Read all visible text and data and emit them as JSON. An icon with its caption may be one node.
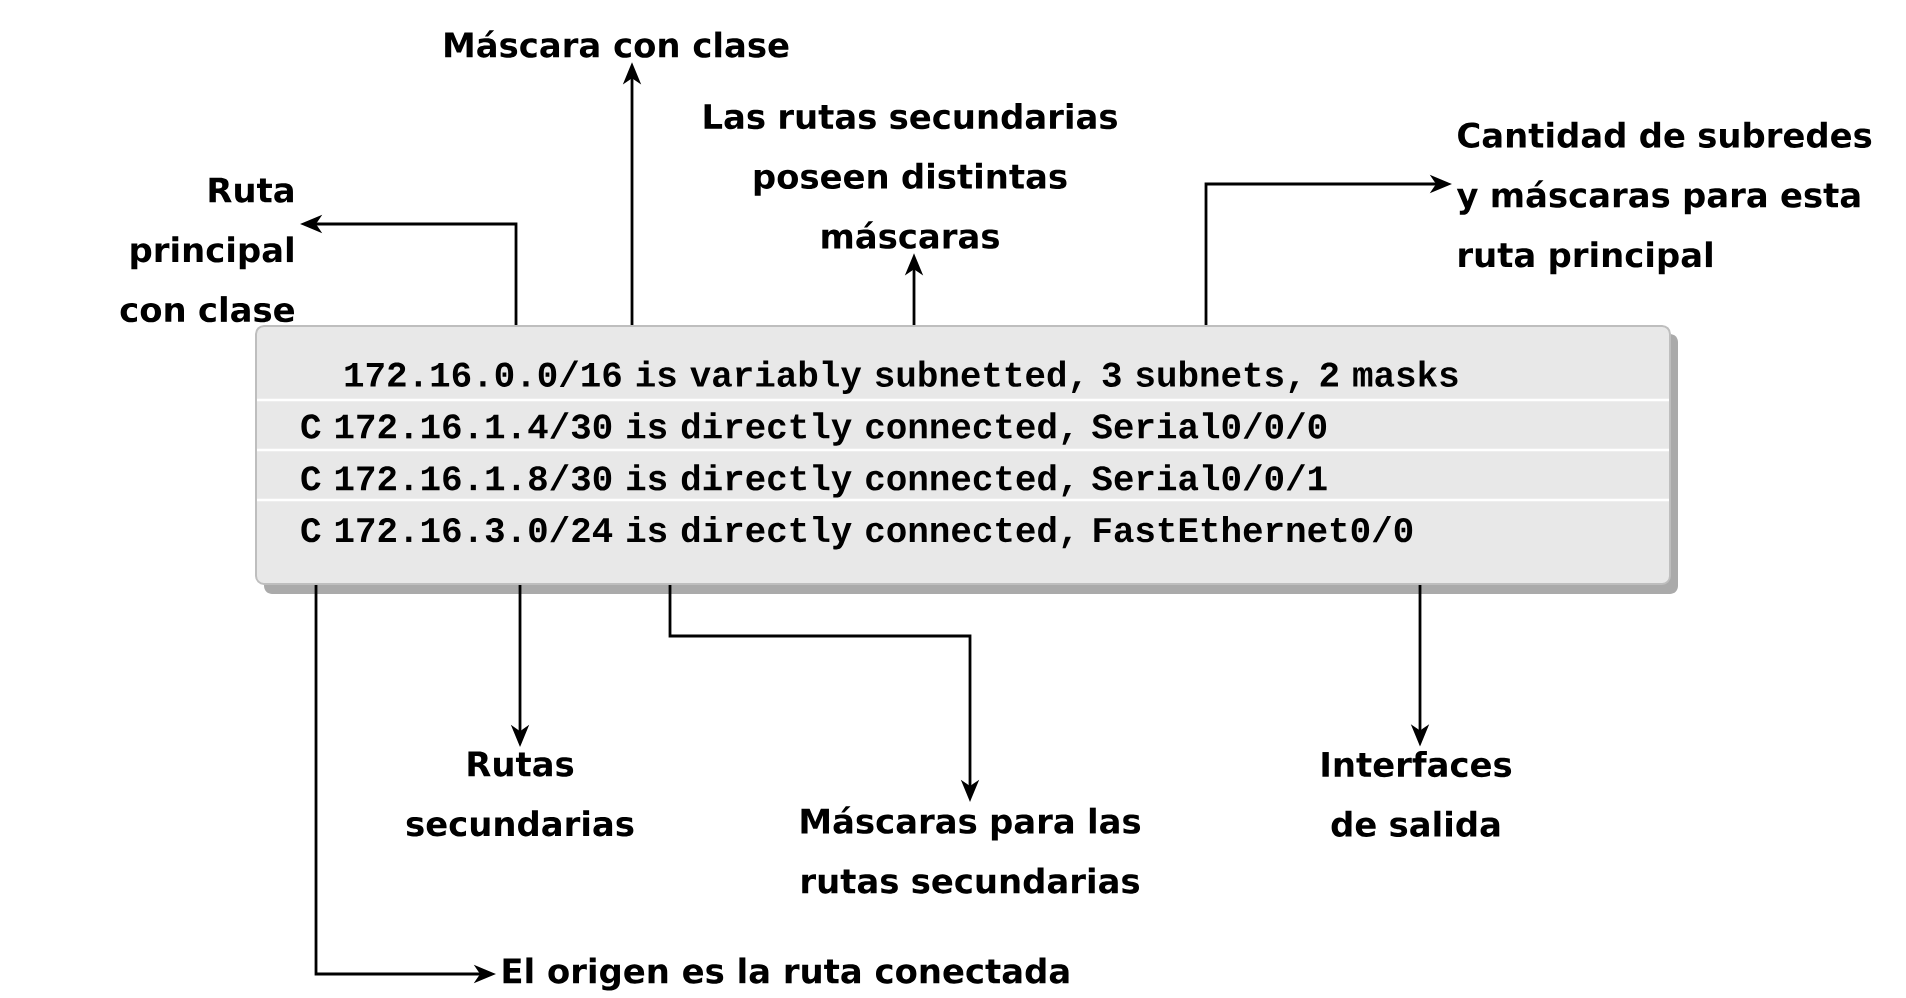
{
  "diagram": {
    "nodes": [
      {
        "text": [
          "Máscara con clase"
        ]
      },
      {
        "text": [
          "Las rutas secundarias poseen distintas máscaras"
        ]
      },
      {
        "text": [
          "Ruta principal con clase"
        ]
      },
      {
        "text": [
          "Cantidad de subredes y máscaras para esta ruta principal"
        ]
      },
      {
        "text": [
          "172.16.0.0/16 is variably subnetted, 3 subnets, 2 masks",
          "C 172.16.1.4/30 is directly connected, Serial0/0/0",
          "C 172.16.1.8/30 is directly connected, Serial0/0/1",
          "C 172.16.3.0/24 is directly connected, FastEthernet0/0"
        ]
      },
      {
        "text": [
          "Rutas secundarias"
        ]
      },
      {
        "text": [
          "Máscaras para las rutas secundarias"
        ]
      },
      {
        "text": [
          "Interfaces de salida"
        ]
      },
      {
        "text": [
          "El origen es la ruta conectada"
        ]
      }
    ],
    "edges": [
      {
        "from": 4,
        "to": 2,
        "arrow": "to"
      },
      {
        "from": 4,
        "to": 0,
        "arrow": "to"
      },
      {
        "from": 4,
        "to": 1,
        "arrow": "to"
      },
      {
        "from": 4,
        "to": 3,
        "arrow": "to"
      },
      {
        "from": 4,
        "to": 5,
        "arrow": "to"
      },
      {
        "from": 4,
        "to": 6,
        "arrow": "to"
      },
      {
        "from": 4,
        "to": 7,
        "arrow": "to"
      },
      {
        "from": 4,
        "to": 8,
        "arrow": "to"
      }
    ]
  }
}
